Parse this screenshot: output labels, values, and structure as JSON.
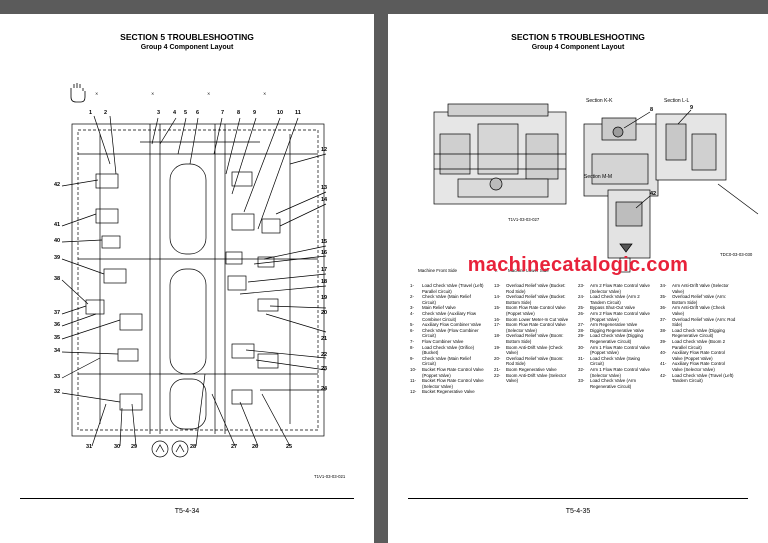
{
  "left_page": {
    "section_title": "SECTION 5 TROUBLESHOOTING",
    "group_title": "Group 4 Component Layout",
    "figure_code": "T1V1-03-03-021",
    "page_number": "T5-4-34",
    "callouts": [
      "1",
      "2",
      "3",
      "4",
      "5",
      "6",
      "7",
      "8",
      "9",
      "10",
      "11",
      "12",
      "13",
      "14",
      "15",
      "16",
      "17",
      "18",
      "19",
      "20",
      "21",
      "22",
      "23",
      "24",
      "25",
      "26",
      "27",
      "28",
      "29",
      "30",
      "31",
      "32",
      "33",
      "34",
      "35",
      "36",
      "37",
      "38",
      "39",
      "40",
      "41",
      "42"
    ],
    "icon": "hand-icon"
  },
  "right_page": {
    "section_title": "SECTION 5 TROUBLESHOOTING",
    "group_title": "Group 4 Component Layout",
    "section_kk": "Section K-K",
    "section_ll": "Section L-L",
    "section_mm": "Section M-M",
    "callout_8": "8",
    "callout_9": "9",
    "callout_42": "42",
    "figure_code_1": "T1V1-03-03-027",
    "figure_code_2": "TDC0-03-03-030",
    "legend_left_header": "Machine Front Side",
    "legend_right_header": "Machine Lower Side",
    "legend_arrow": "←",
    "page_number": "T5-4-35",
    "legend": [
      {
        "n": "1-",
        "t": "Load Check Valve (Travel (Left) Parallel Circuit)"
      },
      {
        "n": "2-",
        "t": "Check Valve (Main Relief Circuit)"
      },
      {
        "n": "3-",
        "t": "Main Relief Valve"
      },
      {
        "n": "4-",
        "t": "Check Valve (Auxiliary Flow Combiner Circuit)"
      },
      {
        "n": "5-",
        "t": "Auxiliary Flow Combiner Valve"
      },
      {
        "n": "6-",
        "t": "Check Valve (Flow Combiner Circuit)"
      },
      {
        "n": "7-",
        "t": "Flow Combiner Valve"
      },
      {
        "n": "8-",
        "t": "Load Check Valve (Orifice) (Bucket)"
      },
      {
        "n": "9-",
        "t": "Check Valve (Main Relief Circuit)"
      },
      {
        "n": "10-",
        "t": "Bucket Flow Rate Control Valve (Poppet Valve)"
      },
      {
        "n": "11-",
        "t": "Bucket Flow Rate Control Valve (Selector Valve)"
      },
      {
        "n": "12-",
        "t": "Bucket Regenerative Valve"
      },
      {
        "n": "13-",
        "t": "Overload Relief Valve (Bucket: Rod Side)"
      },
      {
        "n": "14-",
        "t": "Overload Relief Valve (Bucket: Bottom Side)"
      },
      {
        "n": "15-",
        "t": "Boom Flow Rate Control Valve (Poppet Valve)"
      },
      {
        "n": "16-",
        "t": "Boom Lower Meter-In Cut Valve"
      },
      {
        "n": "17-",
        "t": "Boom Flow Rate Control Valve (Selector Valve)"
      },
      {
        "n": "18-",
        "t": "Overload Relief Valve (Boom: Bottom Side)"
      },
      {
        "n": "19-",
        "t": "Boom Anti-Drift Valve (Check Valve)"
      },
      {
        "n": "20-",
        "t": "Overload Relief Valve (Boom: Rod Side)"
      },
      {
        "n": "21-",
        "t": "Boom Regenerative Valve"
      },
      {
        "n": "22-",
        "t": "Boom Anti-Drift Valve (Selector Valve)"
      },
      {
        "n": "23-",
        "t": "Arm 2 Flow Rate Control Valve (Selector Valve)"
      },
      {
        "n": "24-",
        "t": "Load Check Valve (Arm 2 Tandem Circuit)"
      },
      {
        "n": "25-",
        "t": "Bypass Shut-Out Valve"
      },
      {
        "n": "26-",
        "t": "Arm 2 Flow Rate Control Valve (Poppet Valve)"
      },
      {
        "n": "27-",
        "t": "Arm Regenerative Valve"
      },
      {
        "n": "28-",
        "t": "Digging Regenerative Valve"
      },
      {
        "n": "29-",
        "t": "Load Check Valve (Digging Regenerative Circuit)"
      },
      {
        "n": "30-",
        "t": "Arm 1 Flow Rate Control Valve (Poppet Valve)"
      },
      {
        "n": "31-",
        "t": "Load Check Valve (Swing Circuit)"
      },
      {
        "n": "32-",
        "t": "Arm 1 Flow Rate Control Valve (Selector Valve)"
      },
      {
        "n": "33-",
        "t": "Load Check Valve (Arm Regenerative Circuit)"
      },
      {
        "n": "34-",
        "t": "Arm Anti-Drift Valve (Selector Valve)"
      },
      {
        "n": "35-",
        "t": "Overload Relief Valve (Arm: Bottom Side)"
      },
      {
        "n": "36-",
        "t": "Arm Anti-Drift Valve (Check Valve)"
      },
      {
        "n": "37-",
        "t": "Overload Relief Valve (Arm: Rod Side)"
      },
      {
        "n": "38-",
        "t": "Load Check Valve (Digging Regenerative Circuit)"
      },
      {
        "n": "39-",
        "t": "Load Check Valve (Boom 2 Parallel Circuit)"
      },
      {
        "n": "40-",
        "t": "Auxiliary Flow Rate Control Valve (Poppet Valve)"
      },
      {
        "n": "41-",
        "t": "Auxiliary Flow Rate Control Valve (Selector Valve)"
      },
      {
        "n": "42-",
        "t": "Load Check Valve (Travel (Left) Tandem Circuit)"
      }
    ]
  },
  "watermark": "machinecatalogic.com",
  "colors": {
    "watermark": "#e8223a",
    "background": "#5b5b5b",
    "page": "#ffffff"
  }
}
